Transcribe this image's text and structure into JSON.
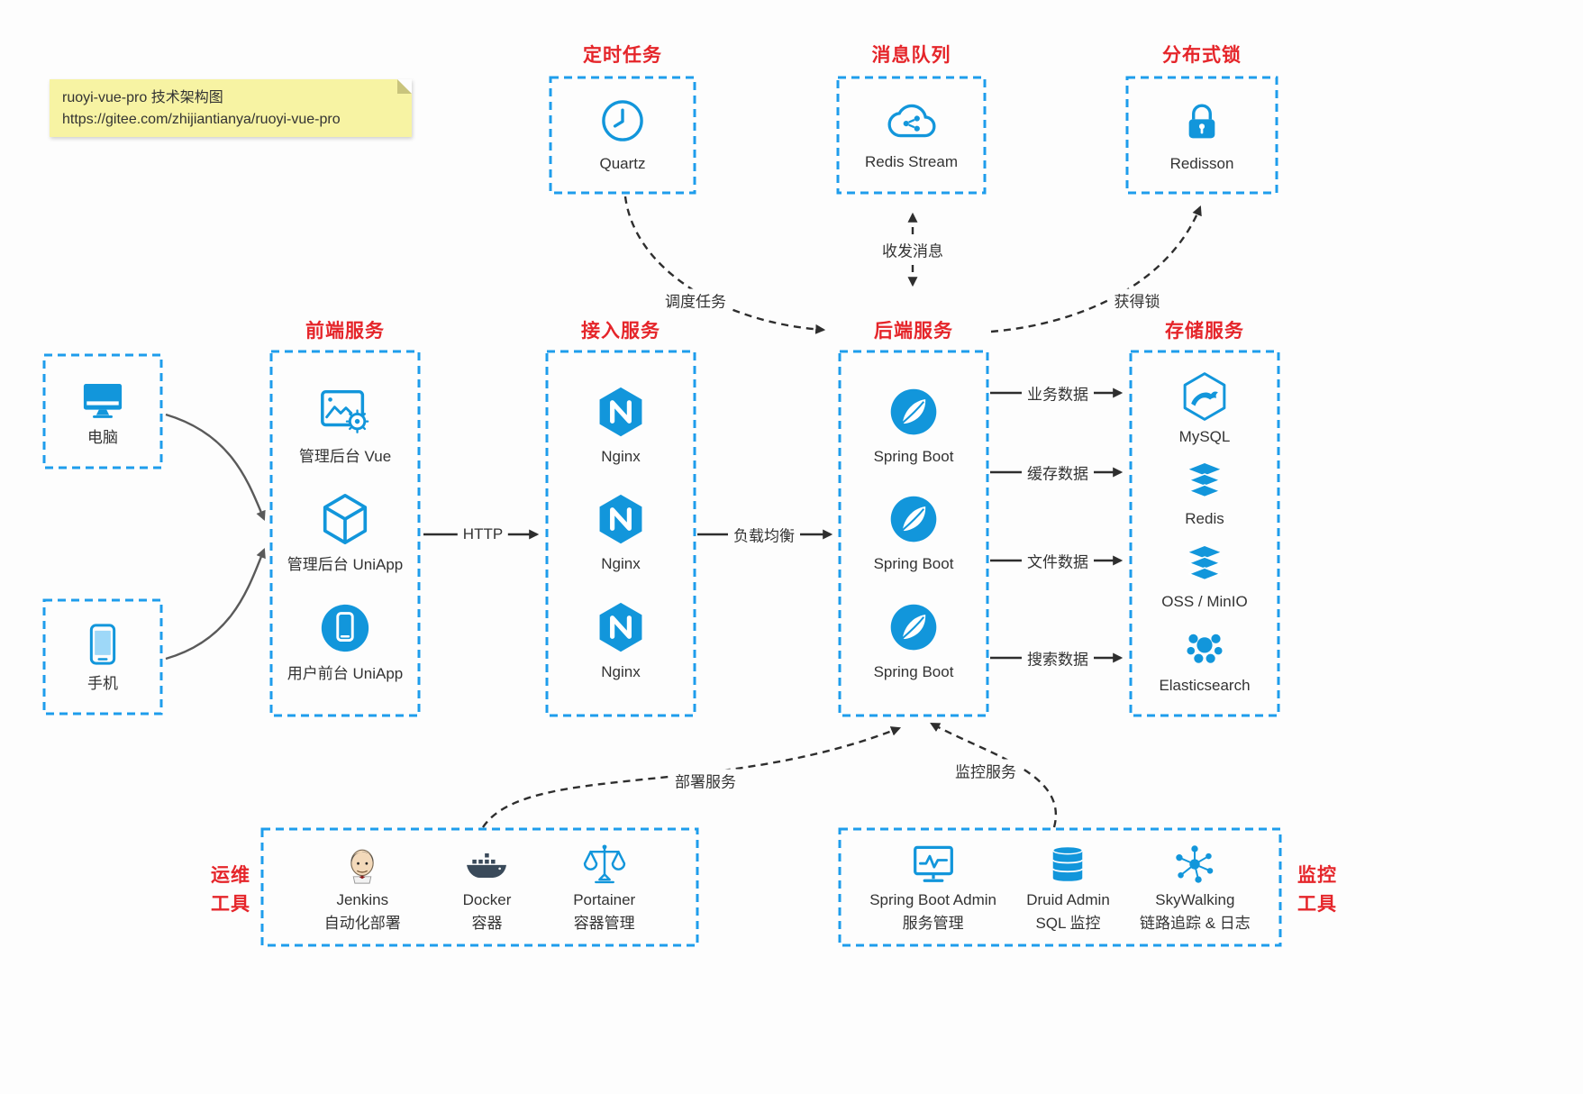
{
  "note": {
    "line1": "ruoyi-vue-pro 技术架构图",
    "line2": "https://gitee.com/zhijiantianya/ruoyi-vue-pro"
  },
  "colors": {
    "icon_blue": "#1296db",
    "border_blue": "#1e9dec",
    "title_red": "#e5252a",
    "note_yellow": "#f7f3a3"
  },
  "top_services": [
    {
      "title": "定时任务",
      "label": "Quartz"
    },
    {
      "title": "消息队列",
      "label": "Redis Stream"
    },
    {
      "title": "分布式锁",
      "label": "Redisson"
    }
  ],
  "clients": [
    {
      "label": "电脑"
    },
    {
      "label": "手机"
    }
  ],
  "frontend": {
    "title": "前端服务",
    "items": [
      {
        "label": "管理后台 Vue"
      },
      {
        "label": "管理后台 UniApp"
      },
      {
        "label": "用户前台 UniApp"
      }
    ]
  },
  "gateway": {
    "title": "接入服务",
    "items": [
      {
        "label": "Nginx"
      },
      {
        "label": "Nginx"
      },
      {
        "label": "Nginx"
      }
    ]
  },
  "backend": {
    "title": "后端服务",
    "items": [
      {
        "label": "Spring Boot"
      },
      {
        "label": "Spring Boot"
      },
      {
        "label": "Spring Boot"
      }
    ]
  },
  "storage": {
    "title": "存储服务",
    "items": [
      {
        "label": "MySQL"
      },
      {
        "label": "Redis"
      },
      {
        "label": "OSS / MinIO"
      },
      {
        "label": "Elasticsearch"
      }
    ]
  },
  "ops": {
    "title_line1": "运维",
    "title_line2": "工具",
    "items": [
      {
        "label": "Jenkins",
        "sublabel": "自动化部署"
      },
      {
        "label": "Docker",
        "sublabel": "容器"
      },
      {
        "label": "Portainer",
        "sublabel": "容器管理"
      }
    ]
  },
  "monitoring": {
    "title_line1": "监控",
    "title_line2": "工具",
    "items": [
      {
        "label": "Spring Boot Admin",
        "sublabel": "服务管理"
      },
      {
        "label": "Druid Admin",
        "sublabel": "SQL 监控"
      },
      {
        "label": "SkyWalking",
        "sublabel": "链路追踪 & 日志"
      }
    ]
  },
  "edge_labels": {
    "schedule": "调度任务",
    "message": "收发消息",
    "lock": "获得锁",
    "http": "HTTP",
    "load_balance": "负载均衡",
    "business_data": "业务数据",
    "cache_data": "缓存数据",
    "file_data": "文件数据",
    "search_data": "搜索数据",
    "deploy": "部署服务",
    "monitor": "监控服务"
  }
}
